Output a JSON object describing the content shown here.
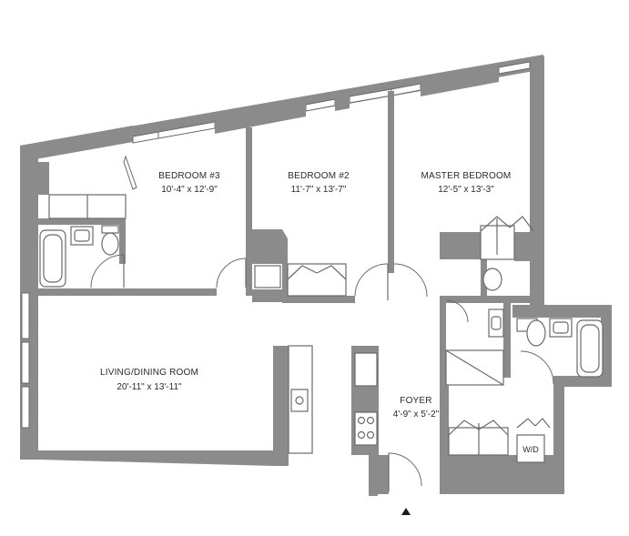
{
  "rooms": {
    "bedroom3": {
      "name": "BEDROOM #3",
      "size": "10'-4\" x 12'-9\""
    },
    "bedroom2": {
      "name": "BEDROOM #2",
      "size": "11'-7\" x 13'-7\""
    },
    "master": {
      "name": "MASTER BEDROOM",
      "size": "12'-5\" x 13'-3\""
    },
    "living": {
      "name": "LIVING/DINING ROOM",
      "size": "20'-11\" x 13'-11\""
    },
    "foyer": {
      "name": "FOYER",
      "size": "4'-9\" x 5'-2\""
    }
  },
  "appliances": {
    "washer_dryer": "W/D"
  },
  "colors": {
    "wall": "#8b8b8b",
    "background": "#ffffff",
    "line": "#6a6a6a"
  }
}
